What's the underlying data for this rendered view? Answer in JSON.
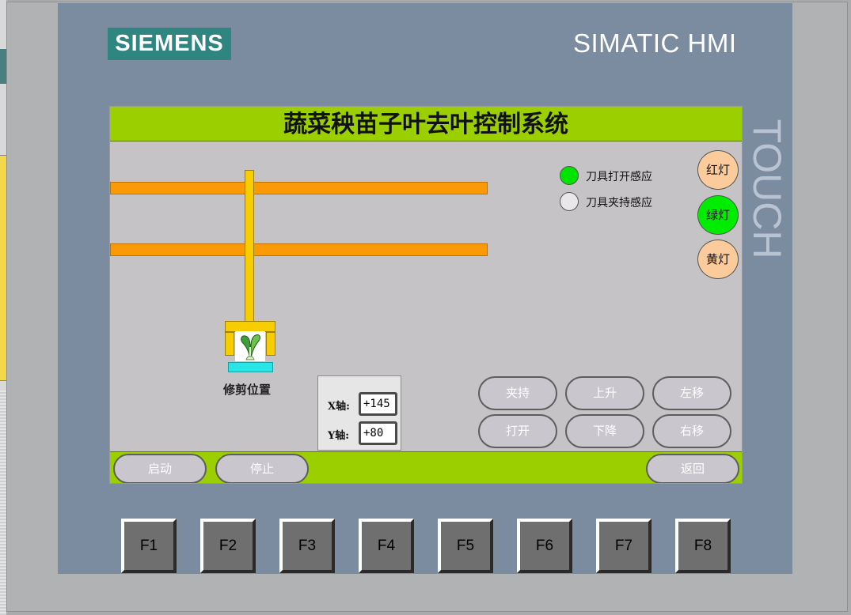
{
  "device": {
    "brand": "SIEMENS",
    "model": "SIMATIC HMI",
    "touch_label": "TOUCH"
  },
  "screen": {
    "title": "蔬菜秧苗子叶去叶控制系统",
    "trim_position_label": "修剪位置",
    "sensors": [
      {
        "label": "刀具打开感应",
        "state": "on",
        "color": "#00e400"
      },
      {
        "label": "刀具夹持感应",
        "state": "off",
        "color": "#e8e8ea"
      }
    ],
    "lamps": [
      {
        "label": "红灯",
        "state": "off",
        "color": "#fccb9b"
      },
      {
        "label": "绿灯",
        "state": "on",
        "color": "#00ec00"
      },
      {
        "label": "黄灯",
        "state": "off",
        "color": "#fccb9b"
      }
    ],
    "axes": {
      "x_label": "X轴:",
      "x_value": "+145",
      "y_label": "Y轴:",
      "y_value": "+80"
    },
    "control_buttons": {
      "clamp": "夹持",
      "up": "上升",
      "left": "左移",
      "open": "打开",
      "down": "下降",
      "right": "右移"
    },
    "bottom_buttons": {
      "start": "启动",
      "stop": "停止",
      "back": "返回"
    },
    "colors": {
      "title_bar": "#9ccf00",
      "rail": "#f99a06",
      "gripper": "#f7cc00",
      "tray": "#28e6e8",
      "bezel": "#7c8ca0",
      "logo": "#2f8580"
    }
  },
  "function_keys": [
    "F1",
    "F2",
    "F3",
    "F4",
    "F5",
    "F6",
    "F7",
    "F8"
  ]
}
